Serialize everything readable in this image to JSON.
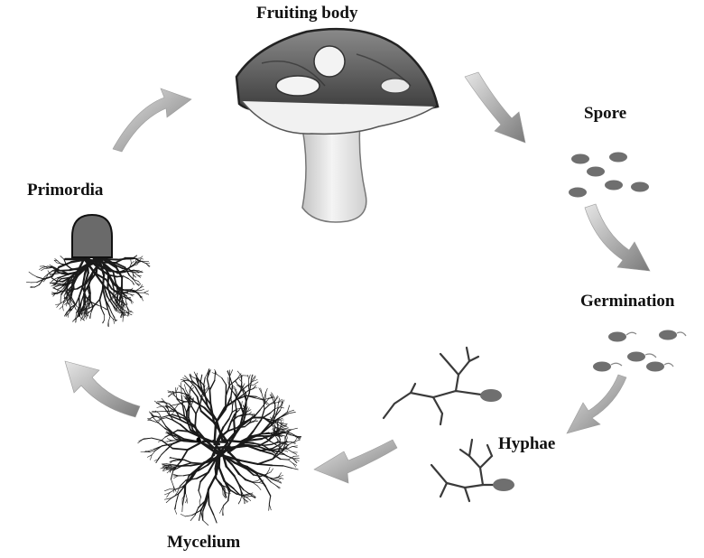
{
  "stages": {
    "fruiting_body": "Fruiting body",
    "spore": "Spore",
    "germination": "Germination",
    "hyphae": "Hyphae",
    "mycelium": "Mycelium",
    "primordia": "Primordia"
  },
  "colors": {
    "arrow": "#8a8a8a",
    "spore": "#6f6f6f",
    "ink": "#1a1a1a",
    "cap": "#5a5a5a"
  }
}
